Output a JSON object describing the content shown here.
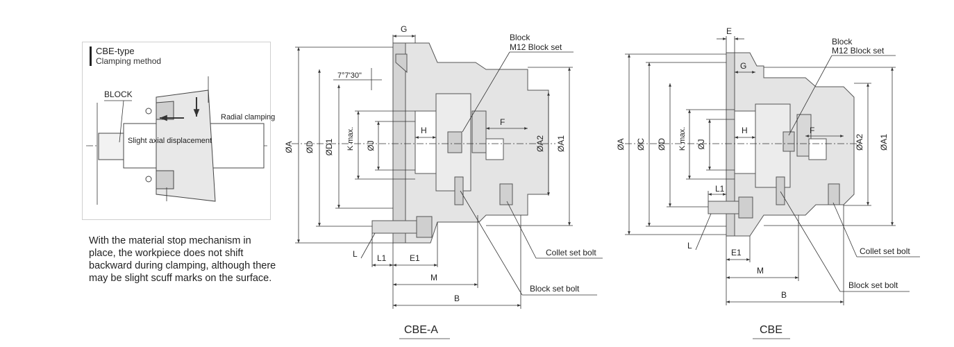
{
  "inset": {
    "title": "CBE-type",
    "subtitle": "Clamping method",
    "block_label": "BLOCK",
    "radial_label": "Radial clamping",
    "axial_label": "Slight axial displacement"
  },
  "caption": "With the material stop mechanism in place, the workpiece does not shift backward during clamping, although there may be slight scuff marks on the surface.",
  "cbe_a": {
    "title": "CBE-A",
    "labels": {
      "G": "G",
      "block": "Block",
      "m12": "M12 Block set",
      "angle": "7°7'30\"",
      "A": "ØA",
      "D": "ØD",
      "D1": "ØD1",
      "K": "K max.",
      "J": "ØJ",
      "H": "H",
      "F": "F",
      "A2": "ØA2",
      "A1": "ØA1",
      "L": "L",
      "L1": "L1",
      "E1": "E1",
      "M": "M",
      "B": "B",
      "collet_bolt": "Collet set bolt",
      "block_bolt": "Block set bolt"
    }
  },
  "cbe": {
    "title": "CBE",
    "labels": {
      "E": "E",
      "G": "G",
      "block": "Block",
      "m12": "M12 Block set",
      "A": "ØA",
      "C": "ØC",
      "D": "ØD",
      "K": "K max.",
      "J": "ØJ",
      "H": "H",
      "F": "F",
      "A2": "ØA2",
      "A1": "ØA1",
      "L1": "L1",
      "L": "L",
      "E1": "E1",
      "M": "M",
      "B": "B",
      "collet_bolt": "Collet set bolt",
      "block_bolt": "Block set bolt"
    }
  }
}
